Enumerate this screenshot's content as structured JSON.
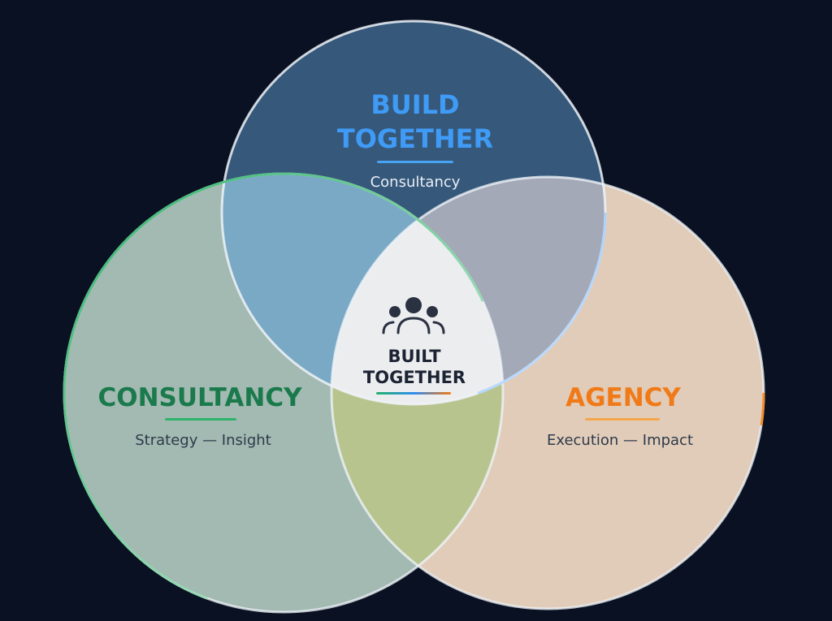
{
  "colors": {
    "background": "#0a1122",
    "build": "#3f9bf5",
    "consultancy": "#1a7a4c",
    "agency": "#f07a18",
    "center_text": "#1c2333",
    "sub_text": "#2e3a4a"
  },
  "circles": {
    "build": {
      "title_line1": "BUILD",
      "title_line2": "TOGETHER",
      "subtitle": "Consultancy"
    },
    "consultancy": {
      "title": "CONSULTANCY",
      "subtitle": "Strategy — Insight"
    },
    "agency": {
      "title": "AGENCY",
      "subtitle": "Execution — Impact"
    }
  },
  "center": {
    "icon": "team-icon",
    "title_line1": "BUILT",
    "title_line2": "TOGETHER"
  }
}
